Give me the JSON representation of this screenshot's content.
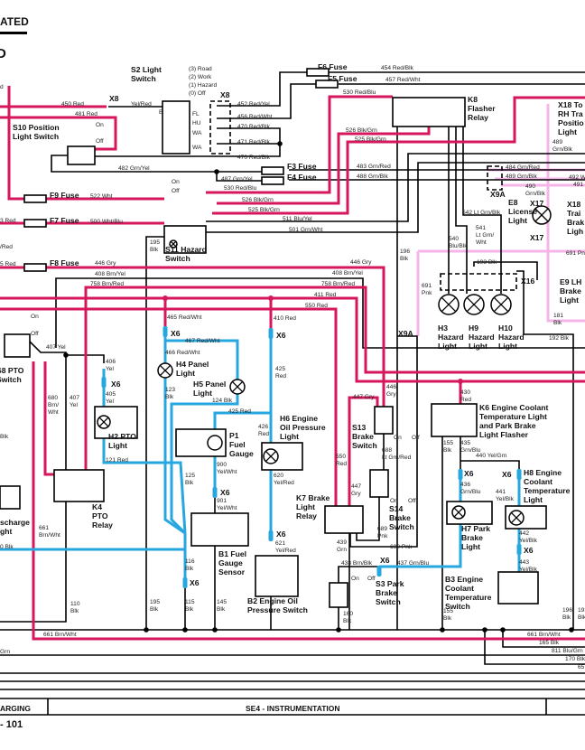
{
  "header": {
    "title_fragment": "ATED",
    "sub_fragment": "D"
  },
  "footer": {
    "left": "ARGING",
    "center": "SE4 - INSTRUMENTATION",
    "page": "- 101"
  },
  "colors": {
    "red_wire": "#d6175d",
    "blue_wire": "#27a7e0",
    "pink_wire": "#f6b5e8",
    "black_wire": "#000000"
  },
  "components": [
    "S2 Light\nSwitch",
    "S10 Position\nLight Switch",
    "F6 Fuse",
    "F5 Fuse",
    "F3 Fuse",
    "F4 Fuse",
    "F9 Fuse",
    "F7 Fuse",
    "F8 Fuse",
    "S11 Hazard\nSwitch",
    "K8\nFlasher\nRelay",
    "X18 To\nRH Tra\nPositio\nLight",
    "E8\nLicense\nLight",
    "X18\nTrai\nBrak\nLigh",
    "E9 LH\nBrake\nLight",
    "H3\nHazard\nLight",
    "H9\nHazard\nLight",
    "H10\nHazard\nLight",
    "S8 PTO\nSwitch",
    "H4 Panel\nLight",
    "H5 Panel\nLight",
    "H2 PTO\nLight",
    "P1\nFuel\nGauge",
    "H6 Engine\nOil Pressure\nLight",
    "K4\nPTO\nRelay",
    "scharge\nght",
    "B1 Fuel\nGauge\nSensor",
    "B2 Engine Oil\nPressure Switch",
    "K7 Brake\nLight\nRelay",
    "S13\nBrake\nSwitch",
    "S14\nBrake\nSwitch",
    "K6 Engine Coolant\nTemperature Light\nand Park Brake\nLight Flasher",
    "H8 Engine\nCoolant\nTemperature\nLight",
    "H7 Park\nBrake\nLight",
    "S3 Park\nBrake\nSwitch",
    "B3 Engine\nCoolant\nTemperature\nSwitch"
  ],
  "connectors": [
    "X8",
    "X8",
    "X9A",
    "X9A",
    "X17",
    "X17",
    "X16",
    "X6",
    "X6",
    "X6",
    "X6",
    "X6",
    "X6",
    "X6",
    "X6",
    "X6",
    "X6"
  ],
  "switch_positions": [
    "(3) Road",
    "(2) Work",
    "(1) Hazard",
    "(0) Off",
    "FL",
    "HU",
    "WA",
    "WA",
    "B",
    "On",
    "Off",
    "On",
    "Off",
    "On",
    "Off",
    "On",
    "Off",
    "On",
    "Off",
    "On",
    "Off"
  ],
  "wire_labels": [
    "450 Red",
    "481 Red",
    "Yel/Red",
    "452 Red/Yel",
    "456 Red/Wht",
    "470 Red/Blk",
    "471 Red/Blk",
    "470 Red/Blk",
    "482 Grn/Yel",
    "487 Grn/Yel",
    "530 Red/Blu",
    "522 Wht",
    "526 Blk/Grn",
    "525 Blk/Grn",
    "511 Blu/Yel",
    "500 Wht/Blu",
    "501 Grn/Wht",
    "195\nBlk",
    "446 Gry",
    "408 Brn/Yel",
    "758 Brn/Red",
    "454 Red/Blk",
    "457 Red/Wht",
    "530 Red/Blu",
    "526 Blk/Grn",
    "525 Blk/Grn",
    "483 Grn/Red",
    "488 Grn/Blk",
    "484 Grn/Red",
    "489 Grn/Blk",
    "490\nGrn/Blk",
    "542 Lt Grn/Blk",
    "541\nLt Grn/\nWht",
    "540\nBlu/Blk",
    "196\nBlk",
    "193 Blk",
    "691\nPnk",
    "446 Gry",
    "408 Brn/Yel",
    "758 Brn/Red",
    "411 Red",
    "550 Red",
    "465 Red/Wht",
    "410 Red",
    "467 Red/Wht",
    "466 Red/Wht",
    "407 Yel",
    "406\nYel",
    "405\nYel",
    "680\nBrn/\nWht",
    "407\nYel",
    "123\nBlk",
    "124 Blk",
    "425\nRed",
    "425 Red",
    "426\nRed",
    "121 Red",
    "125\nBlk",
    "900\nYel/Wht",
    "620\nYel/Red",
    "901\nYel/Wht",
    "661\nBrn/Wht",
    "110\nBlk",
    "195\nBlk",
    "116\nBlk",
    "115\nBlk",
    "145\nBlk",
    "621\nYel/Red",
    "661 Brn/Wht",
    "Grn",
    "446\nGry",
    "447 Gry",
    "688\nLt Grn/Red",
    "550\nRed",
    "447\nGry",
    "689\nPnk",
    "439\nGrn",
    "690 Pnk",
    "430\nRed",
    "155\nBlk",
    "435\nGrn/Blu",
    "440 Yel/Grn",
    "436\nGrn/Blu",
    "441\nYel/Blk",
    "442\nYel/Blk",
    "443\nYel/Blk",
    "438 Brn/Blk",
    "437 Grn/Blu",
    "160\nBlk",
    "155\nBlk",
    "196\nBlk",
    "193\nBlk",
    "661 Brn/Wht",
    "165 Blk",
    "811 Blu/Grn",
    "170 Blk",
    "65",
    "181\nBlk",
    "192 Blk",
    "492 W",
    "491",
    "489\nGrn/Blk",
    "691 Pn",
    "d",
    "3 Red",
    "/Red",
    "5 Red",
    "Blk",
    "0 Blk"
  ]
}
